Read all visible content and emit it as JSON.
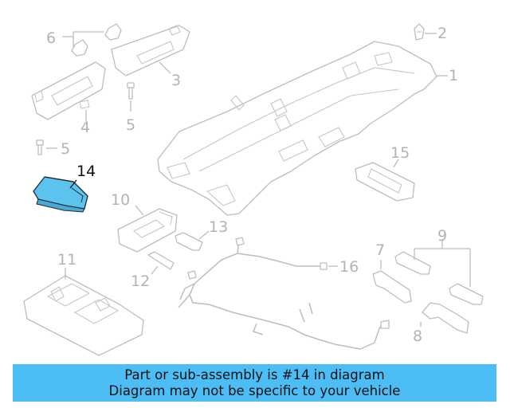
{
  "callouts": {
    "c1": "1",
    "c2": "2",
    "c3": "3",
    "c4": "4",
    "c5a": "5",
    "c5b": "5",
    "c6": "6",
    "c7": "7",
    "c8": "8",
    "c9": "9",
    "c10": "10",
    "c11": "11",
    "c12": "12",
    "c13": "13",
    "c14": "14",
    "c15": "15",
    "c16": "16"
  },
  "highlight": {
    "part": "14",
    "color": "#5bc3ee"
  },
  "banner": {
    "line1": "Part or sub-assembly is #14 in diagram",
    "line2": "Diagram may not be specific to your vehicle",
    "background": "#4dbdf5"
  }
}
